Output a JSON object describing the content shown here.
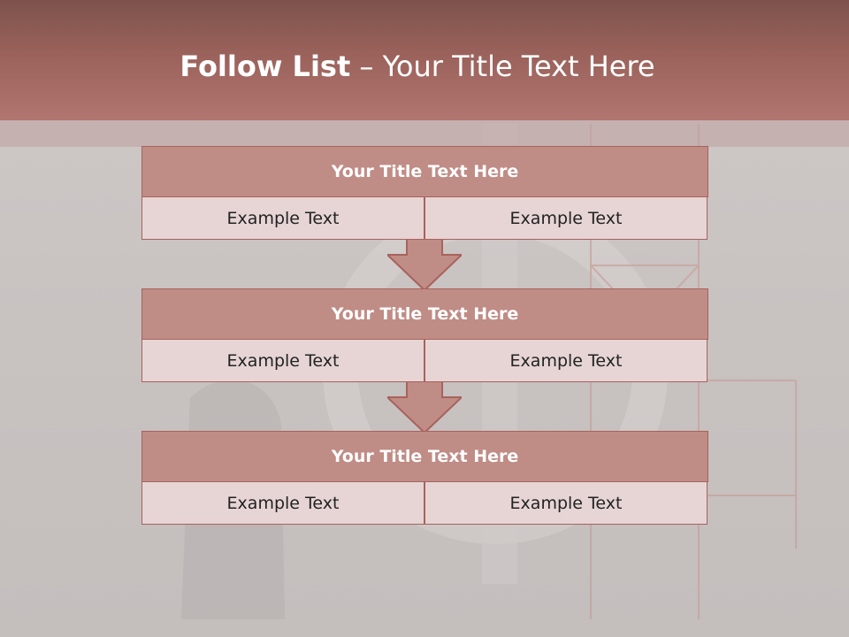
{
  "slide": {
    "title_bold": "Follow List",
    "title_rest": " – Your Title Text Here",
    "colors": {
      "header": "#9a625b",
      "box_title_fill": "#c08c86",
      "cell_fill": "#e7d5d5",
      "border": "#a8625c",
      "arrow": "#c08c86"
    }
  },
  "steps": [
    {
      "title": "Your Title Text Here",
      "left": "Example Text",
      "right": "Example Text"
    },
    {
      "title": "Your Title Text Here",
      "left": "Example Text",
      "right": "Example Text"
    },
    {
      "title": "Your Title Text Here",
      "left": "Example Text",
      "right": "Example Text"
    }
  ]
}
